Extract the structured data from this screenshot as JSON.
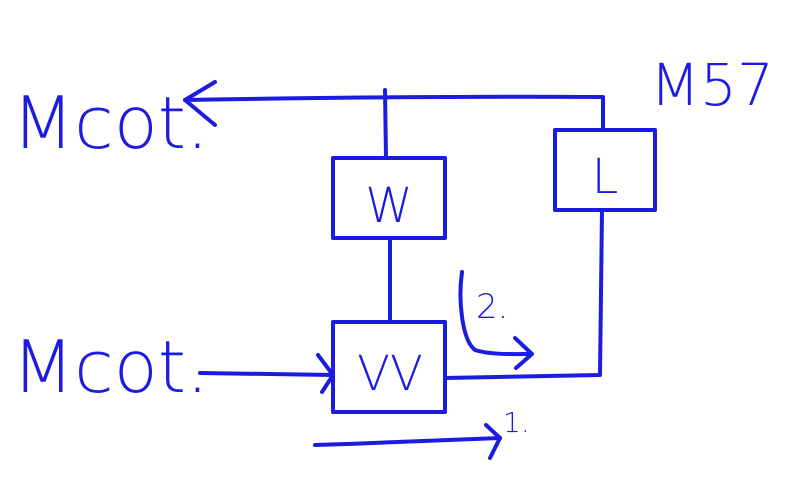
{
  "diagram": {
    "ink_color": "#1c1ce0",
    "labels": {
      "output": "Mcot.",
      "input": "Mcot.",
      "model": "M57",
      "block_w": "W",
      "block_l": "L",
      "block_vv": "VV",
      "step_1": "1.",
      "step_2": "2."
    }
  }
}
